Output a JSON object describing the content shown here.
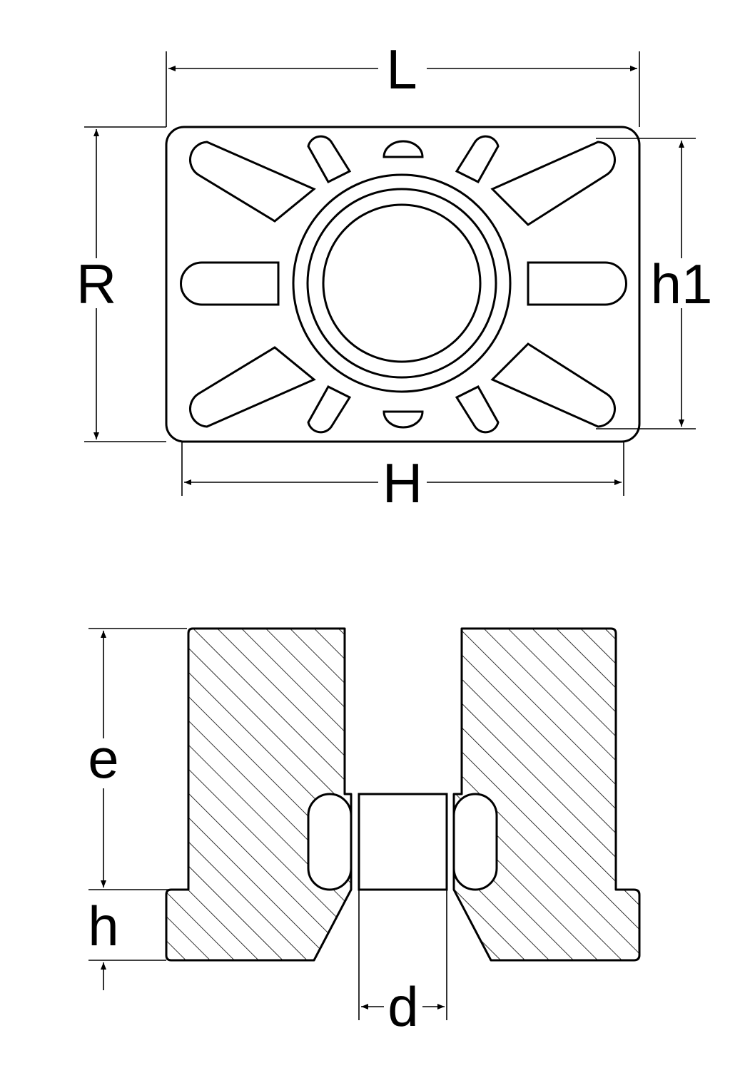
{
  "labels": {
    "L": "L",
    "R": "R",
    "h1": "h1",
    "H": "H",
    "e": "e",
    "h": "h",
    "d": "d"
  }
}
